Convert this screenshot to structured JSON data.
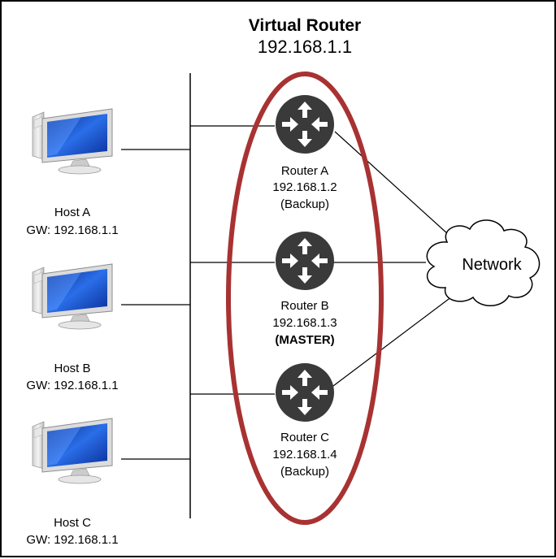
{
  "virtual_router": {
    "title": "Virtual Router",
    "ip": "192.168.1.1"
  },
  "hosts": [
    {
      "name": "Host A",
      "gateway": "GW: 192.168.1.1",
      "icon": "computer-monitor-icon"
    },
    {
      "name": "Host B",
      "gateway": "GW: 192.168.1.1",
      "icon": "computer-monitor-icon"
    },
    {
      "name": "Host C",
      "gateway": "GW: 192.168.1.1",
      "icon": "computer-monitor-icon"
    }
  ],
  "routers": [
    {
      "name": "Router A",
      "ip": "192.168.1.2",
      "role": "(Backup)",
      "icon": "router-icon"
    },
    {
      "name": "Router B",
      "ip": "192.168.1.3",
      "role": "(MASTER)",
      "icon": "router-icon"
    },
    {
      "name": "Router C",
      "ip": "192.168.1.4",
      "role": "(Backup)",
      "icon": "router-icon"
    }
  ],
  "network": {
    "label": "Network",
    "icon": "cloud-icon"
  },
  "colors": {
    "ellipse": "#a83232",
    "router": "#3a3a3a",
    "screen": "#1d52c8"
  }
}
